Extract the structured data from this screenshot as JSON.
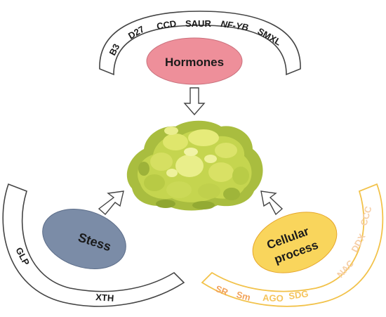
{
  "hormones": {
    "label": "Hormones",
    "genes": [
      "B3",
      "D27",
      "CCD",
      "SAUR",
      "NF-YB",
      "SMXL"
    ],
    "fill": "#ee8f9a",
    "stroke": "#c9707c"
  },
  "stress": {
    "label": "Stess",
    "genes": [
      "GLP",
      "XTH"
    ],
    "fill": "#7b8ca7",
    "stroke": "#5c6d89"
  },
  "cellular": {
    "label_line1": "Cellular",
    "label_line2": "process",
    "genes": [
      {
        "text": "SR",
        "color": "#f2a35b"
      },
      {
        "text": "Sm",
        "color": "#f2a35b"
      },
      {
        "text": "AGO",
        "color": "#f5c45c"
      },
      {
        "text": "SDG",
        "color": "#f5c45c"
      },
      {
        "text": "NAC",
        "color": "#f6cfa8"
      },
      {
        "text": "DDX",
        "color": "#f6cfa8"
      },
      {
        "text": "CCC",
        "color": "#f6cfa8"
      }
    ],
    "fill": "#f9d55c",
    "stroke": "#e6a62b",
    "arc_stroke": "#f2c24a"
  },
  "colors": {
    "arc_stroke": "#444444",
    "arrow_stroke": "#444444",
    "callus_light": "#dfe66c",
    "callus_mid": "#bdd04c",
    "callus_dark": "#8fa631"
  }
}
